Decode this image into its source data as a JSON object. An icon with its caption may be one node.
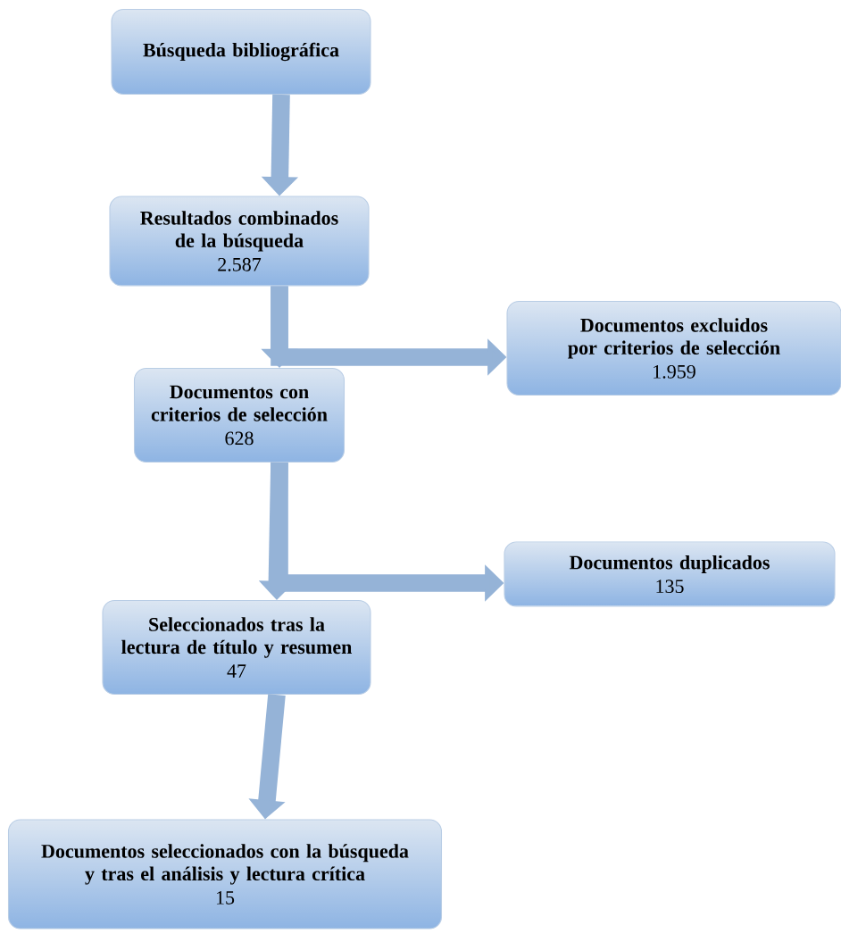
{
  "diagram": {
    "nodes": [
      {
        "text": [
          "Búsqueda bibliográfica"
        ]
      },
      {
        "text": [
          "Resultados combinados de la búsqueda",
          "2.587"
        ]
      },
      {
        "text": [
          "Documentos excluidos por criterios de selección",
          "1.959"
        ]
      },
      {
        "text": [
          "Documentos con criterios de selección",
          "628"
        ]
      },
      {
        "text": [
          "Documentos duplicados",
          "135"
        ]
      },
      {
        "text": [
          "Seleccionados tras la lectura de título y resumen",
          "47"
        ]
      },
      {
        "text": [
          "Documentos seleccionados con la búsqueda y tras el análisis y lectura crítica",
          "15"
        ]
      }
    ],
    "edges": [
      {
        "from": 0,
        "to": 1,
        "arrow": "to"
      },
      {
        "from": 1,
        "to": 3,
        "arrow": "to"
      },
      {
        "from": 1,
        "to": 2,
        "arrow": "to"
      },
      {
        "from": 3,
        "to": 5,
        "arrow": "to"
      },
      {
        "from": 3,
        "to": 4,
        "arrow": "to"
      },
      {
        "from": 5,
        "to": 6,
        "arrow": "to"
      }
    ]
  }
}
